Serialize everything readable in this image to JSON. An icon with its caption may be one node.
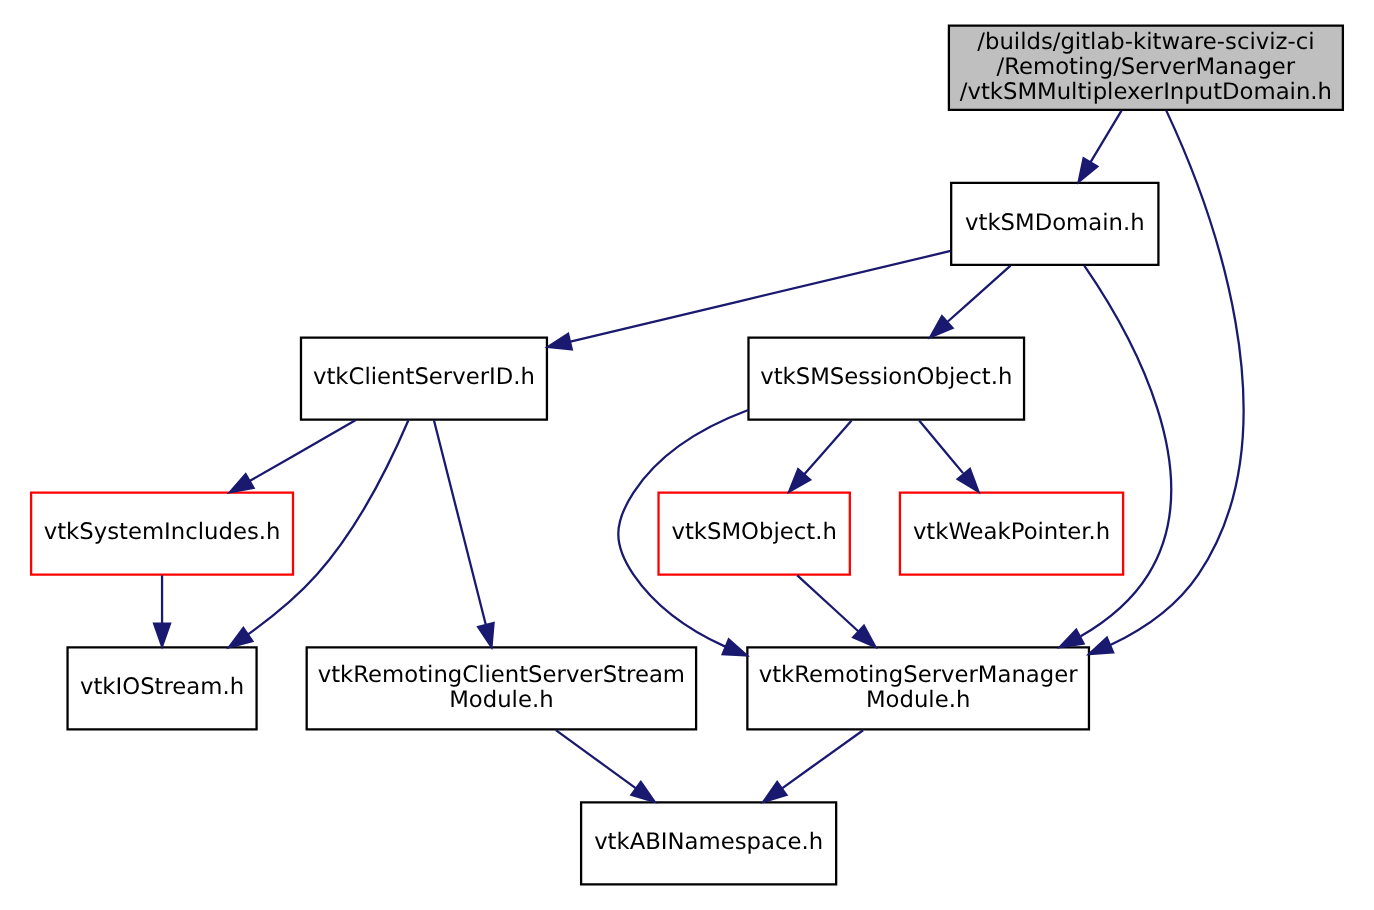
{
  "diagram": {
    "nodes": [
      {
        "text": [
          "/builds/gitlab-kitware-sciviz-ci/Remoting/ServerManager/vtkSMMultiplexerInputDomain.h"
        ]
      },
      {
        "text": [
          "vtkSMDomain.h"
        ]
      },
      {
        "text": [
          "vtkClientServerID.h"
        ]
      },
      {
        "text": [
          "vtkSMSessionObject.h"
        ]
      },
      {
        "text": [
          "vtkSystemIncludes.h"
        ]
      },
      {
        "text": [
          "vtkIOStream.h"
        ]
      },
      {
        "text": [
          "vtkRemotingClientServerStreamModule.h"
        ]
      },
      {
        "text": [
          "vtkRemotingServerManagerModule.h"
        ]
      },
      {
        "text": [
          "vtkSMObject.h"
        ]
      },
      {
        "text": [
          "vtkWeakPointer.h"
        ]
      },
      {
        "text": [
          "vtkABINamespace.h"
        ]
      }
    ],
    "edges": [
      {
        "from": 0,
        "to": 1,
        "arrow": "to"
      },
      {
        "from": 0,
        "to": 7,
        "arrow": "to"
      },
      {
        "from": 1,
        "to": 2,
        "arrow": "to"
      },
      {
        "from": 1,
        "to": 7,
        "arrow": "to"
      },
      {
        "from": 1,
        "to": 3,
        "arrow": "to"
      },
      {
        "from": 2,
        "to": 5,
        "arrow": "to"
      },
      {
        "from": 2,
        "to": 4,
        "arrow": "to"
      },
      {
        "from": 2,
        "to": 6,
        "arrow": "to"
      },
      {
        "from": 4,
        "to": 5,
        "arrow": "to"
      },
      {
        "from": 3,
        "to": 8,
        "arrow": "to"
      },
      {
        "from": 3,
        "to": 9,
        "arrow": "to"
      },
      {
        "from": 3,
        "to": 7,
        "arrow": "to"
      },
      {
        "from": 8,
        "to": 7,
        "arrow": "to"
      },
      {
        "from": 6,
        "to": 10,
        "arrow": "to"
      },
      {
        "from": 7,
        "to": 10,
        "arrow": "to"
      }
    ]
  }
}
